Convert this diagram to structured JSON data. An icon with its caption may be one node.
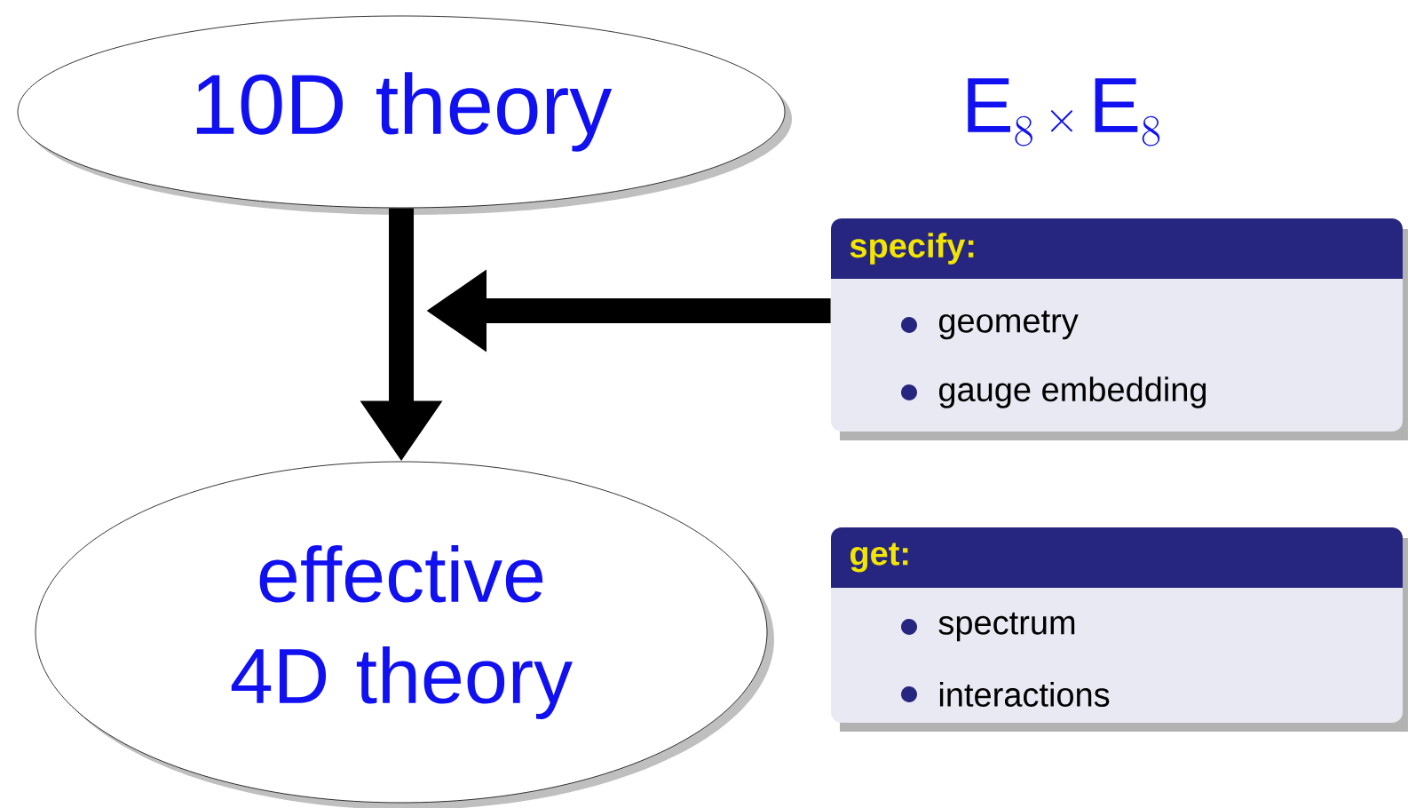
{
  "diagram": {
    "nodes": [
      {
        "text": [
          "10D theory"
        ]
      },
      {
        "text": [
          "effective 4D theory"
        ]
      },
      {
        "text": [
          "specify:",
          "geometry",
          "gauge embedding"
        ]
      },
      {
        "text": [
          "get:",
          "spectrum",
          "interactions"
        ]
      }
    ],
    "edges": [
      {
        "from": 0,
        "to": 1,
        "arrow": "to"
      },
      {
        "from": 2,
        "to": null,
        "arrow": "to"
      }
    ],
    "labels": [
      "\\mathrm{E}_8 \\times \\mathrm{E}_8"
    ]
  }
}
